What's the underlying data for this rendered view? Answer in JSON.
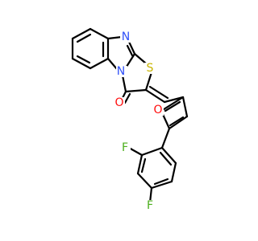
{
  "molecule": {
    "atoms": {
      "N": "N",
      "S": "S",
      "O_carbonyl": "O",
      "O_furan": "O",
      "F_ortho": "F",
      "F_para": "F"
    },
    "colors": {
      "N": "#3050F8",
      "S": "#C8B400",
      "O": "#FF0D0D",
      "F": "#4AAE1A",
      "bond": "#000000"
    }
  }
}
